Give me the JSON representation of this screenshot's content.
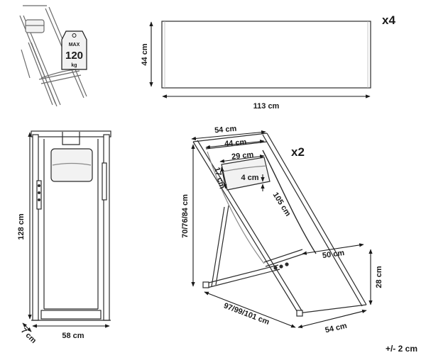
{
  "badge": {
    "line1": "MAX",
    "line2": "120",
    "line3": "kg"
  },
  "fabric": {
    "quantity": "x4",
    "height": "44 cm",
    "length": "113 cm"
  },
  "front_view": {
    "height": "128 cm",
    "width": "58 cm",
    "depth": "7 cm"
  },
  "side_view": {
    "quantity": "x2",
    "top_outer_width": "54 cm",
    "top_inner_width": "44 cm",
    "pillow_width": "29 cm",
    "pillow_height": "17 cm",
    "pillow_depth": "4 cm",
    "seat_length": "105 cm",
    "heights": "70/76/84 cm",
    "seat_width": "50 cm",
    "seat_height": "28 cm",
    "base_lengths": "97/99/101 cm",
    "base_width": "54 cm"
  },
  "tolerance": "+/- 2 cm",
  "colors": {
    "ink": "#1a1a1a",
    "frame": "#2b2b2b",
    "fabric": "#ffffff",
    "badge": "#f2f2f2"
  }
}
